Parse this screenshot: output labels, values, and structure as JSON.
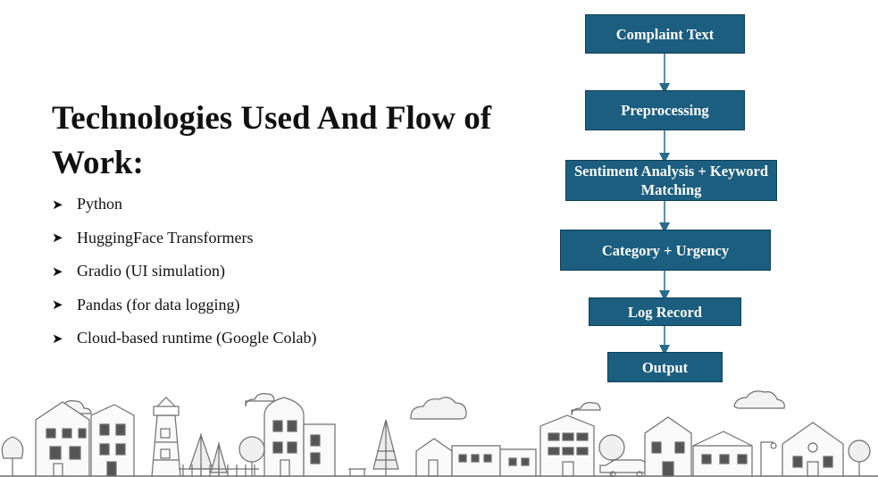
{
  "slide": {
    "title": "Technologies Used And Flow of Work:",
    "technologies": [
      "Python",
      "HuggingFace Transformers",
      "Gradio (UI simulation)",
      "Pandas (for data logging)",
      "Cloud-based runtime (Google Colab)"
    ],
    "bullet_icon": "arrow-bullet-icon"
  },
  "flowchart": {
    "box_color": "#1b5e80",
    "steps": [
      {
        "label": "Complaint Text"
      },
      {
        "label": "Preprocessing"
      },
      {
        "label": "Sentiment Analysis + Keyword Matching"
      },
      {
        "label": "Category + Urgency"
      },
      {
        "label": "Log Record"
      },
      {
        "label": "Output"
      }
    ]
  },
  "decoration": {
    "illustration": "town-skyline-line-art"
  }
}
